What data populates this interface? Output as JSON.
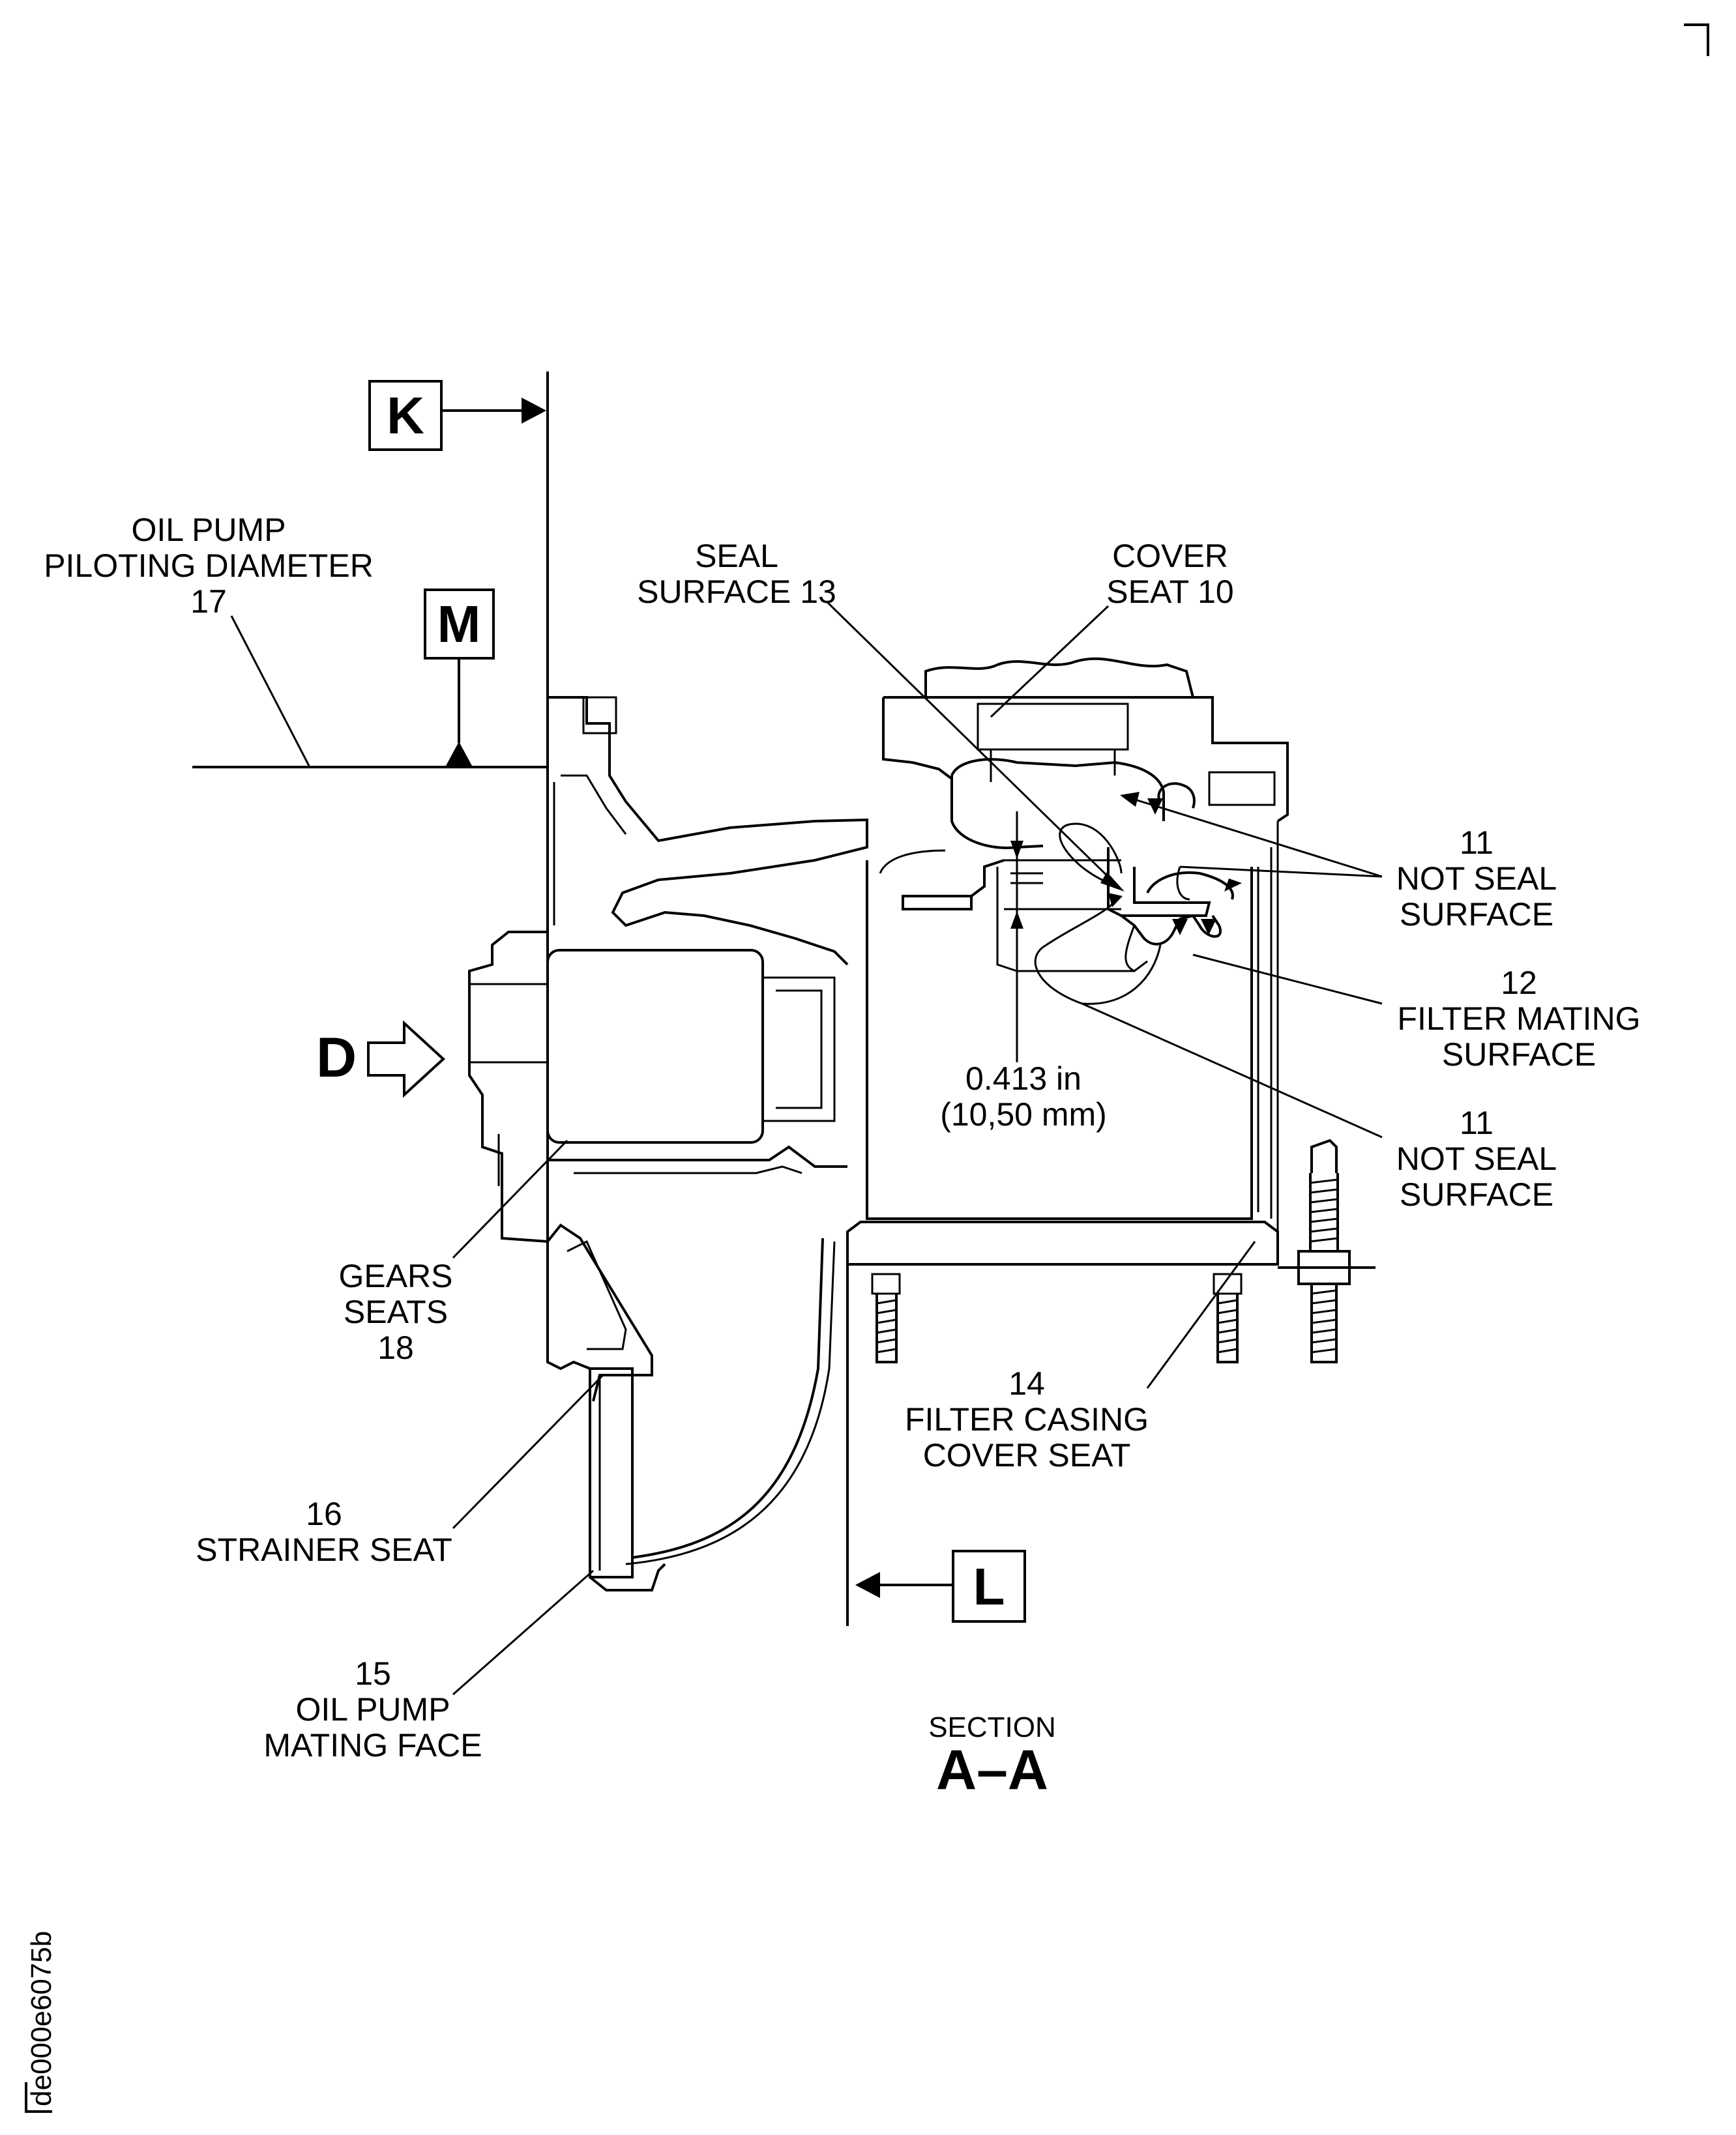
{
  "datums": {
    "k": "K",
    "m": "M",
    "l": "L"
  },
  "view_arrow": "D",
  "labels": {
    "oil_pump_piloting": [
      "OIL PUMP",
      "PILOTING DIAMETER",
      "17"
    ],
    "seal_surface": [
      "SEAL",
      "SURFACE 13"
    ],
    "cover_seat": [
      "COVER",
      "SEAT 10"
    ],
    "not_seal_upper": [
      "11",
      "NOT SEAL",
      "SURFACE"
    ],
    "filter_mating": [
      "12",
      "FILTER MATING",
      "SURFACE"
    ],
    "not_seal_lower": [
      "11",
      "NOT SEAL",
      "SURFACE"
    ],
    "dimension": [
      "0.413 in",
      "(10,50 mm)"
    ],
    "gears_seats": [
      "GEARS",
      "SEATS",
      "18"
    ],
    "filter_casing": [
      "14",
      "FILTER CASING",
      "COVER SEAT"
    ],
    "strainer_seat": [
      "16",
      "STRAINER SEAT"
    ],
    "oil_pump_mating": [
      "15",
      "OIL PUMP",
      "MATING FACE"
    ]
  },
  "section": {
    "word": "SECTION",
    "name": "A–A"
  },
  "figure_id": "de000e6075b"
}
